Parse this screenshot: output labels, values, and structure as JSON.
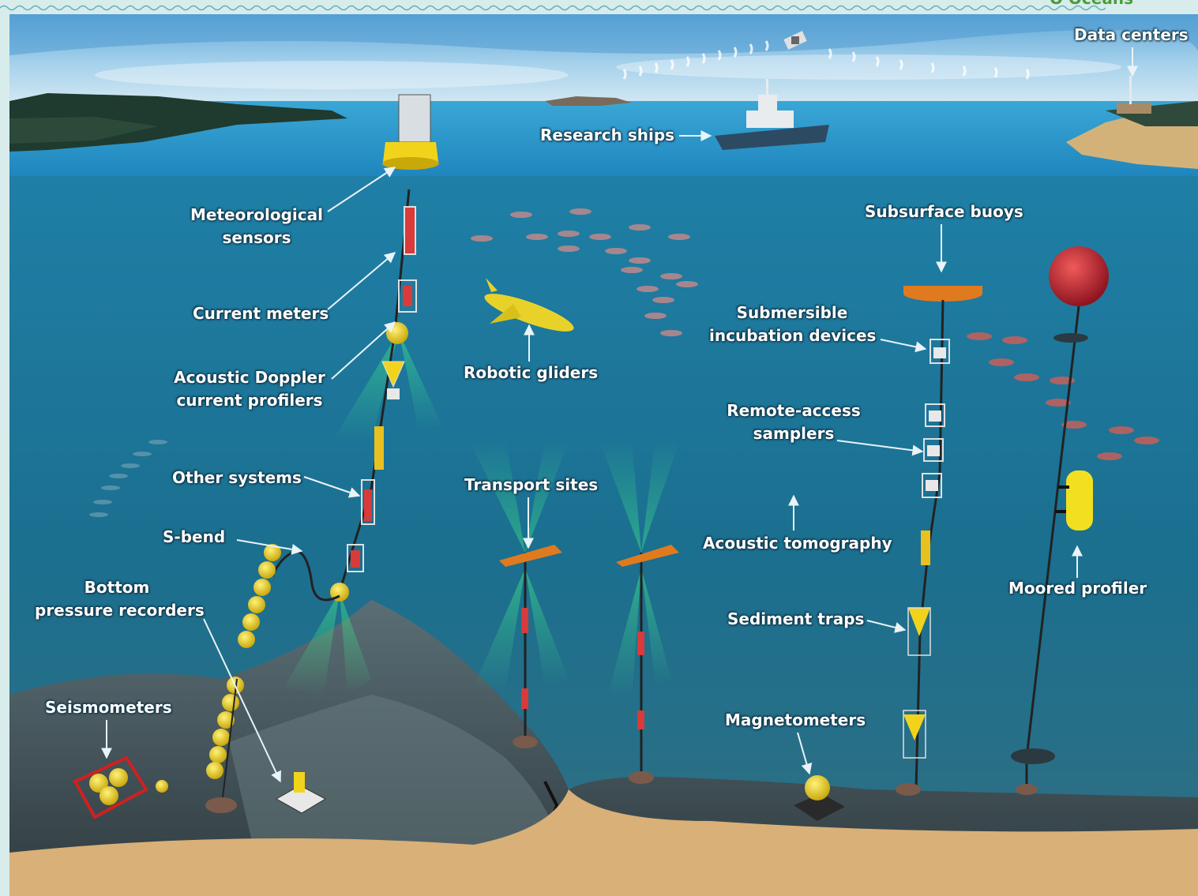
{
  "header": {
    "section": "O  Oceans"
  },
  "labels": {
    "data_centers": "Data centers",
    "research_ships": "Research ships",
    "meteorological_sensors": [
      "Meteorological",
      "sensors"
    ],
    "current_meters": "Current meters",
    "acoustic_doppler": [
      "Acoustic Doppler",
      "current profilers"
    ],
    "other_systems": "Other systems",
    "s_bend": "S-bend",
    "bottom_pressure_recorders": [
      "Bottom",
      "pressure recorders"
    ],
    "seismometers": "Seismometers",
    "robotic_gliders": "Robotic gliders",
    "transport_sites": "Transport sites",
    "subsurface_buoys": "Subsurface buoys",
    "submersible_incubation": [
      "Submersible",
      "incubation devices"
    ],
    "remote_access_samplers": [
      "Remote-access",
      "samplers"
    ],
    "acoustic_tomography": "Acoustic tomography",
    "sediment_traps": "Sediment traps",
    "magnetometers": "Magnetometers",
    "moored_profiler": "Moored profiler"
  },
  "colors": {
    "sky": "#8fc6e6",
    "surface_water": "#2f9fd0",
    "deep_water": "#1a6e8e",
    "seafloor_rock": "#43555c",
    "sand": "#d8b078",
    "buoy_yellow": "#f2d31c",
    "float_orange": "#e07a1f",
    "sphere_red": "#b81e2a",
    "frame_teal": "#7cc0c4",
    "header_green": "#4a9c3a"
  }
}
